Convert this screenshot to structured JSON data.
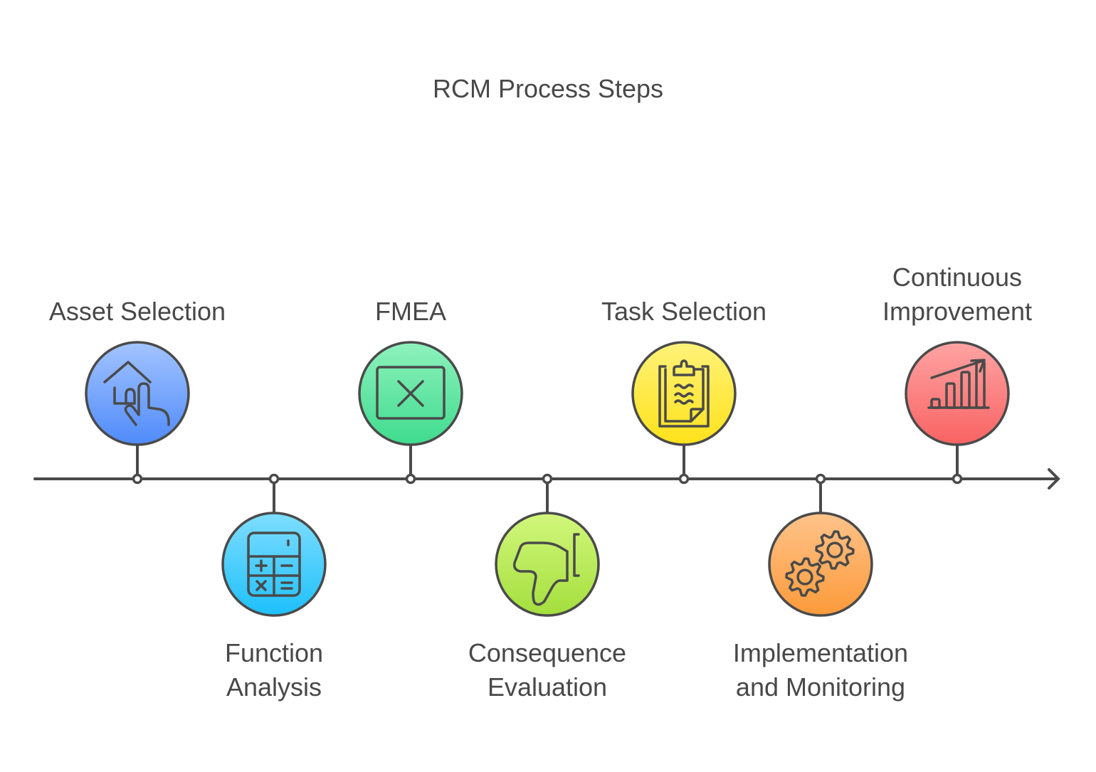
{
  "title": "RCM Process Steps",
  "steps": [
    {
      "id": "asset-selection",
      "lines": [
        "Asset Selection"
      ],
      "position": "top",
      "icon": "house-hand-pointer-icon",
      "color_top": "#A3C4FF",
      "color_bottom": "#4F8BFA"
    },
    {
      "id": "function-analysis",
      "lines": [
        "Function",
        "Analysis"
      ],
      "position": "bottom",
      "icon": "calculator-icon",
      "color_top": "#7FDDFF",
      "color_bottom": "#1EC0FB"
    },
    {
      "id": "fmea",
      "lines": [
        "FMEA"
      ],
      "position": "top",
      "icon": "window-close-icon",
      "color_top": "#8EF2BC",
      "color_bottom": "#3FDB8E"
    },
    {
      "id": "consequence-evaluation",
      "lines": [
        "Consequence",
        "Evaluation"
      ],
      "position": "bottom",
      "icon": "thumbs-down-icon",
      "color_top": "#D2F77C",
      "color_bottom": "#A4DF3D"
    },
    {
      "id": "task-selection",
      "lines": [
        "Task Selection"
      ],
      "position": "top",
      "icon": "clipboard-icon",
      "color_top": "#FFF27A",
      "color_bottom": "#FFE21A"
    },
    {
      "id": "implementation-and-monitoring",
      "lines": [
        "Implementation",
        "and Monitoring"
      ],
      "position": "bottom",
      "icon": "gears-icon",
      "color_top": "#FFC38A",
      "color_bottom": "#FC9A3A"
    },
    {
      "id": "continuous-improvement",
      "lines": [
        "Continuous",
        "Improvement"
      ],
      "position": "top",
      "icon": "growth-chart-icon",
      "color_top": "#FFA3A3",
      "color_bottom": "#F96363"
    }
  ],
  "colors": {
    "stroke": "#4a4a4a",
    "text": "#484848"
  }
}
